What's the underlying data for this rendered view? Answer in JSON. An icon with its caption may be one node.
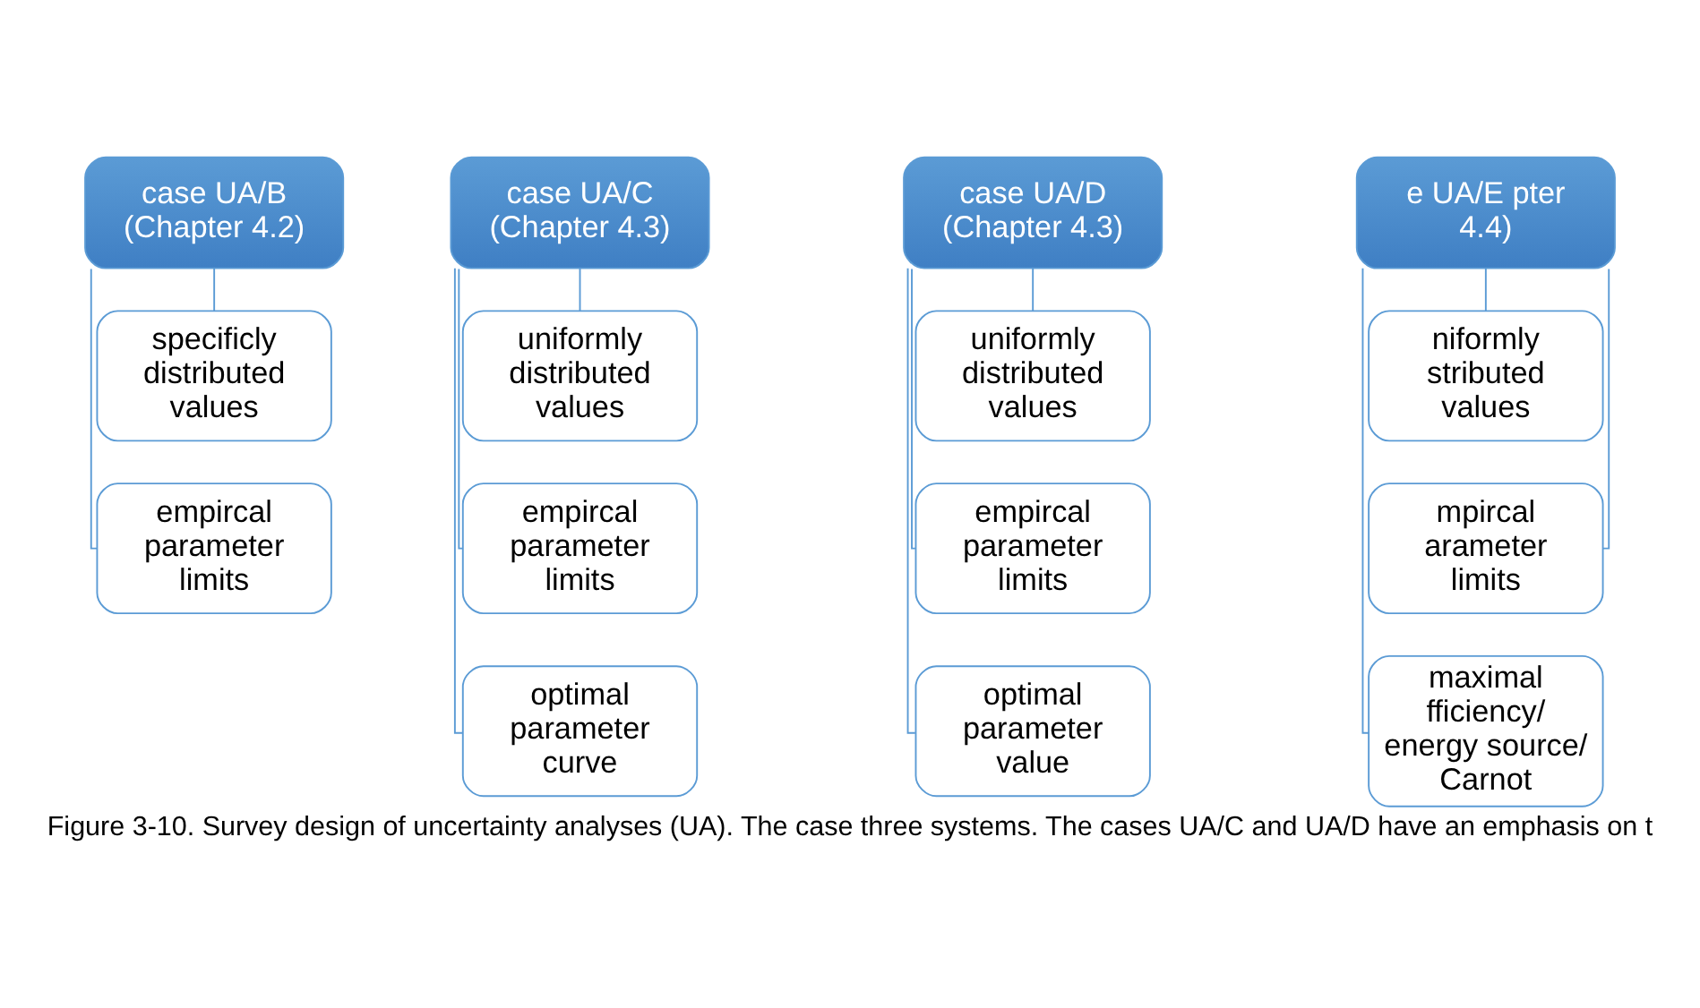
{
  "diagram": {
    "caption": "Figure 3-10. Survey design of uncertainty analyses (UA). The case three systems. The cases UA/C and UA/D have an emphasis on t",
    "nodes": [
      {
        "text": [
          "case UA/B (Chapter 4.2)"
        ]
      },
      {
        "text": [
          "specificly distributed values"
        ]
      },
      {
        "text": [
          "empircal parameter limits"
        ]
      },
      {
        "text": [
          "case UA/C (Chapter 4.3)"
        ]
      },
      {
        "text": [
          "uniformly distributed values"
        ]
      },
      {
        "text": [
          "empircal parameter limits"
        ]
      },
      {
        "text": [
          "optimal parameter curve"
        ]
      },
      {
        "text": [
          "case UA/D (Chapter 4.3)"
        ]
      },
      {
        "text": [
          "uniformly distributed values"
        ]
      },
      {
        "text": [
          "empircal parameter limits"
        ]
      },
      {
        "text": [
          "optimal parameter value"
        ]
      },
      {
        "text": [
          "e UA/E pter 4.4)"
        ]
      },
      {
        "text": [
          "niformly stributed values"
        ]
      },
      {
        "text": [
          "mpircal arameter limits"
        ]
      },
      {
        "text": [
          "maximal fficiency/ energy source/ Carnot"
        ]
      }
    ],
    "edges": [
      {
        "from": 0,
        "to": 1,
        "arrow": "none"
      },
      {
        "from": 0,
        "to": 2,
        "arrow": "none"
      },
      {
        "from": 3,
        "to": 4,
        "arrow": "none"
      },
      {
        "from": 3,
        "to": 5,
        "arrow": "none"
      },
      {
        "from": 3,
        "to": 6,
        "arrow": "none"
      },
      {
        "from": 7,
        "to": 8,
        "arrow": "none"
      },
      {
        "from": 7,
        "to": 9,
        "arrow": "none"
      },
      {
        "from": 7,
        "to": 10,
        "arrow": "none"
      },
      {
        "from": 11,
        "to": 12,
        "arrow": "none"
      },
      {
        "from": 11,
        "to": 13,
        "arrow": "none"
      },
      {
        "from": 11,
        "to": 14,
        "arrow": "none"
      }
    ]
  }
}
